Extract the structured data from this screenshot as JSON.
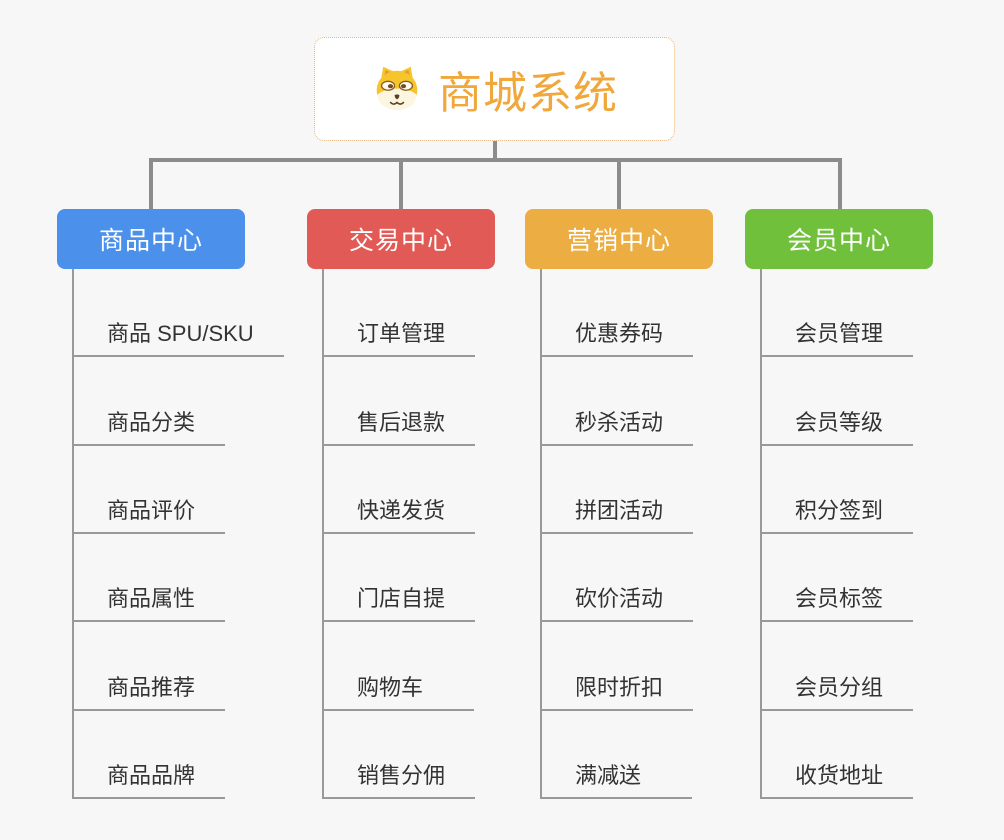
{
  "root": {
    "title": "商城系统",
    "icon": "dog-face-icon"
  },
  "branches": [
    {
      "label": "商品中心",
      "color": "#4b90ea",
      "children": [
        "商品 SPU/SKU",
        "商品分类",
        "商品评价",
        "商品属性",
        "商品推荐",
        "商品品牌"
      ]
    },
    {
      "label": "交易中心",
      "color": "#e25a55",
      "children": [
        "订单管理",
        "售后退款",
        "快递发货",
        "门店自提",
        "购物车",
        "销售分佣"
      ]
    },
    {
      "label": "营销中心",
      "color": "#ecad43",
      "children": [
        "优惠券码",
        "秒杀活动",
        "拼团活动",
        "砍价活动",
        "限时折扣",
        "满减送"
      ]
    },
    {
      "label": "会员中心",
      "color": "#70c03b",
      "children": [
        "会员管理",
        "会员等级",
        "积分签到",
        "会员标签",
        "会员分组",
        "收货地址"
      ]
    }
  ],
  "colors": {
    "background": "#f7f7f7",
    "connector": "#8c8c8c",
    "leaf_line": "#999999",
    "leaf_text": "#333333",
    "root_text": "#f0a73c",
    "root_border": "#ebb377",
    "branch_text": "#ffffff"
  }
}
